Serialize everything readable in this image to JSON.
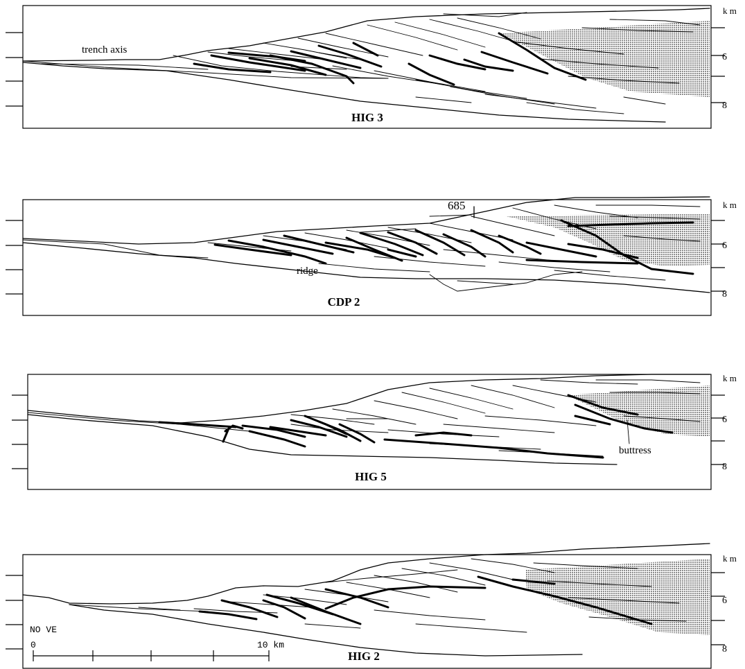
{
  "axis_unit": "k m",
  "panels": [
    {
      "id": "hig3",
      "title": "HIG 3",
      "annotations": [
        "trench axis"
      ],
      "depth_ticks": [
        "6",
        "8"
      ]
    },
    {
      "id": "cdp2",
      "title": "CDP 2",
      "annotations": [
        "685",
        "ridge"
      ],
      "depth_ticks": [
        "6",
        "8"
      ]
    },
    {
      "id": "hig5",
      "title": "HIG 5",
      "annotations": [
        "buttress"
      ],
      "depth_ticks": [
        "6",
        "8"
      ]
    },
    {
      "id": "hig2",
      "title": "HIG 2",
      "annotations": [
        "NO VE"
      ],
      "depth_ticks": [
        "6",
        "8"
      ],
      "scale_bar": {
        "start": "0",
        "end": "10 km"
      }
    }
  ],
  "colors": {
    "ink": "#000000",
    "shade": "#bdbdbd",
    "paper": "#ffffff"
  }
}
